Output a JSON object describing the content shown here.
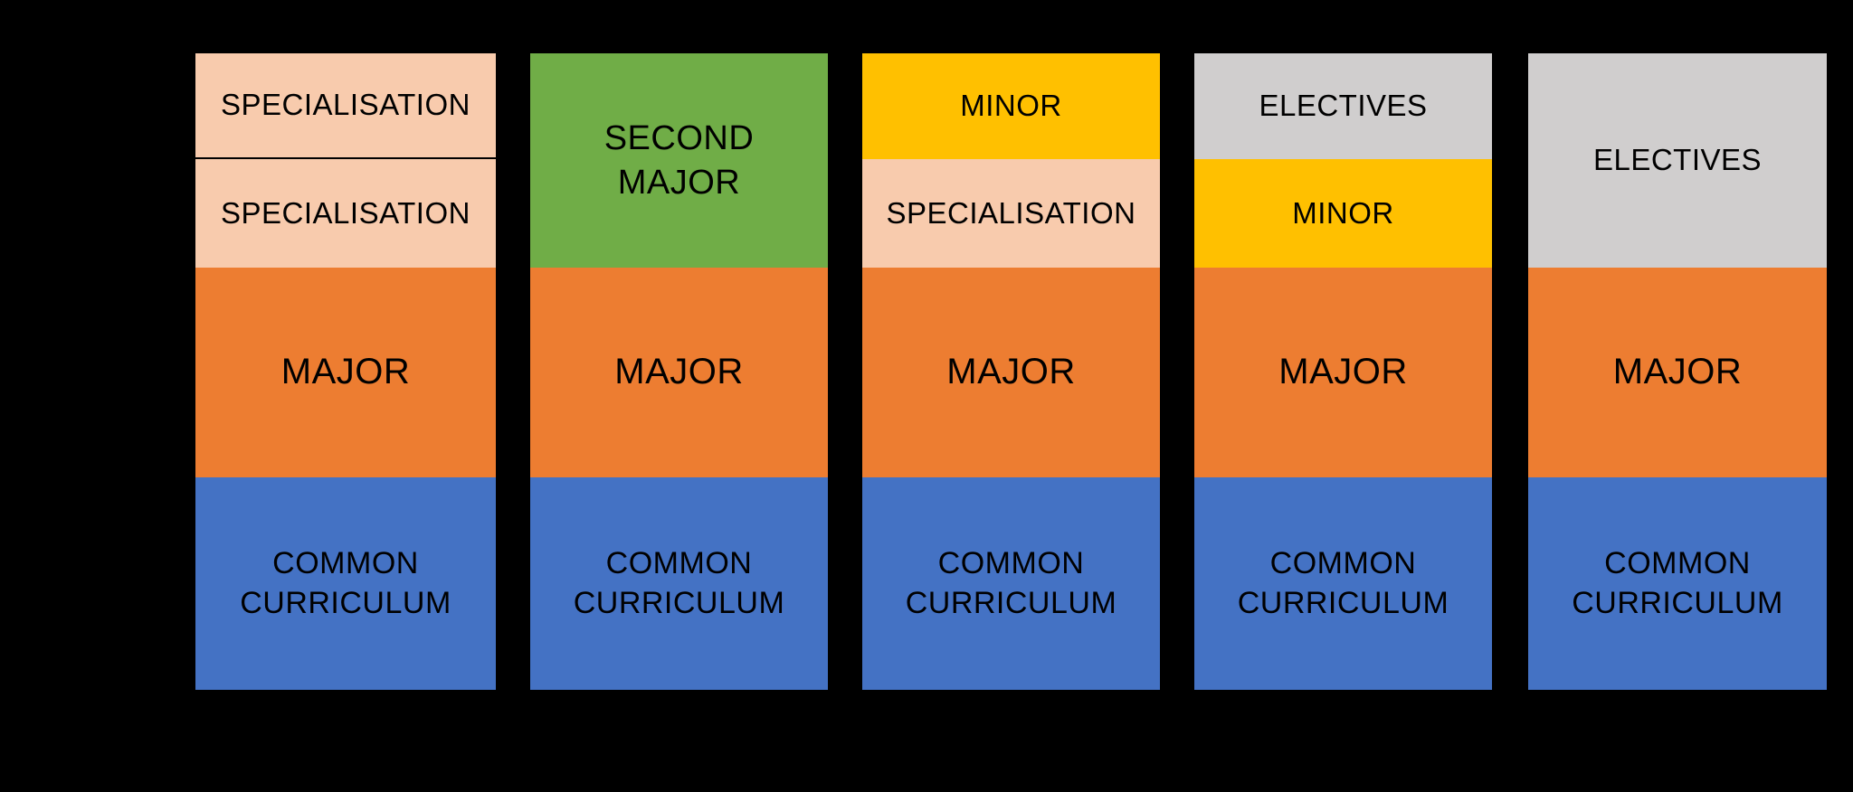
{
  "diagram": {
    "background": "#000000",
    "text_color": "#000000",
    "palette": {
      "specialisation": "#F8CBAD",
      "second_major": "#70AD47",
      "minor": "#FFC000",
      "electives": "#D0CECE",
      "major": "#ED7D31",
      "common_curriculum": "#4472C4"
    },
    "columns": [
      {
        "segments": [
          {
            "label": "SPECIALISATION"
          },
          {
            "label": "SPECIALISATION"
          },
          {
            "label": "MAJOR"
          },
          {
            "label": "COMMON\nCURRICULUM"
          }
        ]
      },
      {
        "segments": [
          {
            "label": "SECOND\nMAJOR"
          },
          {
            "label": "MAJOR"
          },
          {
            "label": "COMMON\nCURRICULUM"
          }
        ]
      },
      {
        "segments": [
          {
            "label": "MINOR"
          },
          {
            "label": "SPECIALISATION"
          },
          {
            "label": "MAJOR"
          },
          {
            "label": "COMMON\nCURRICULUM"
          }
        ]
      },
      {
        "segments": [
          {
            "label": "ELECTIVES"
          },
          {
            "label": "MINOR"
          },
          {
            "label": "MAJOR"
          },
          {
            "label": "COMMON\nCURRICULUM"
          }
        ]
      },
      {
        "segments": [
          {
            "label": "ELECTIVES"
          },
          {
            "label": "MAJOR"
          },
          {
            "label": "COMMON\nCURRICULUM"
          }
        ]
      }
    ]
  }
}
